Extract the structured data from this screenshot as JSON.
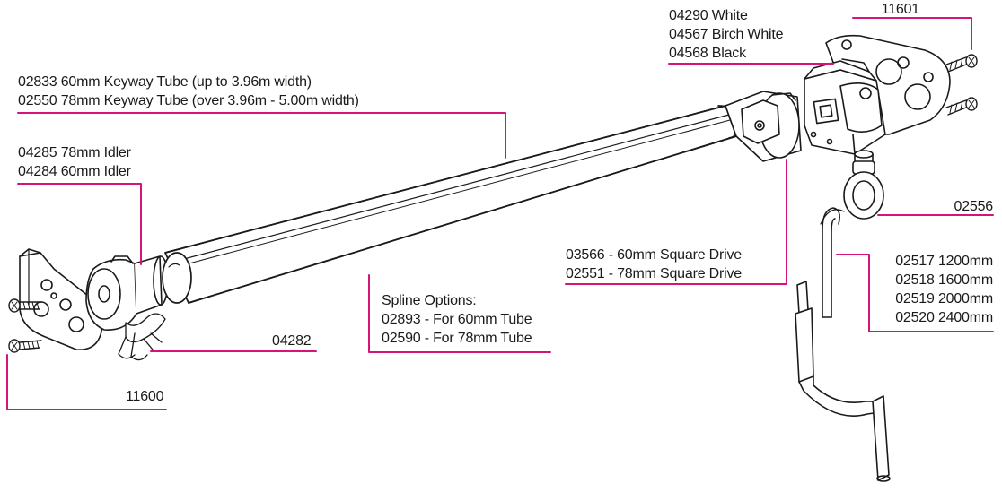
{
  "diagram": {
    "leader_color": "#d4147a",
    "line_color": "#1a1a1a",
    "labels": {
      "bracket_right_code": "11601",
      "bracket_colors": [
        "04290 White",
        "04567 Birch White",
        "04568 Black"
      ],
      "tube": [
        "02833 60mm Keyway Tube (up to 3.96m width)",
        "02550 78mm Keyway Tube (over 3.96m - 5.00m width)"
      ],
      "idler": [
        "04285 78mm Idler",
        "04284 60mm Idler"
      ],
      "eye": "02556",
      "square_drive": [
        "03566 - 60mm Square Drive",
        "02551 - 78mm Square Drive"
      ],
      "crank_lengths": [
        "02517 1200mm",
        "02518 1600mm",
        "02519 2000mm",
        "02520 2400mm"
      ],
      "spline": [
        "Spline Options:",
        "02893 - For 60mm Tube",
        "02590 - For 78mm Tube"
      ],
      "clip": "04282",
      "bracket_left_code": "11600"
    }
  }
}
